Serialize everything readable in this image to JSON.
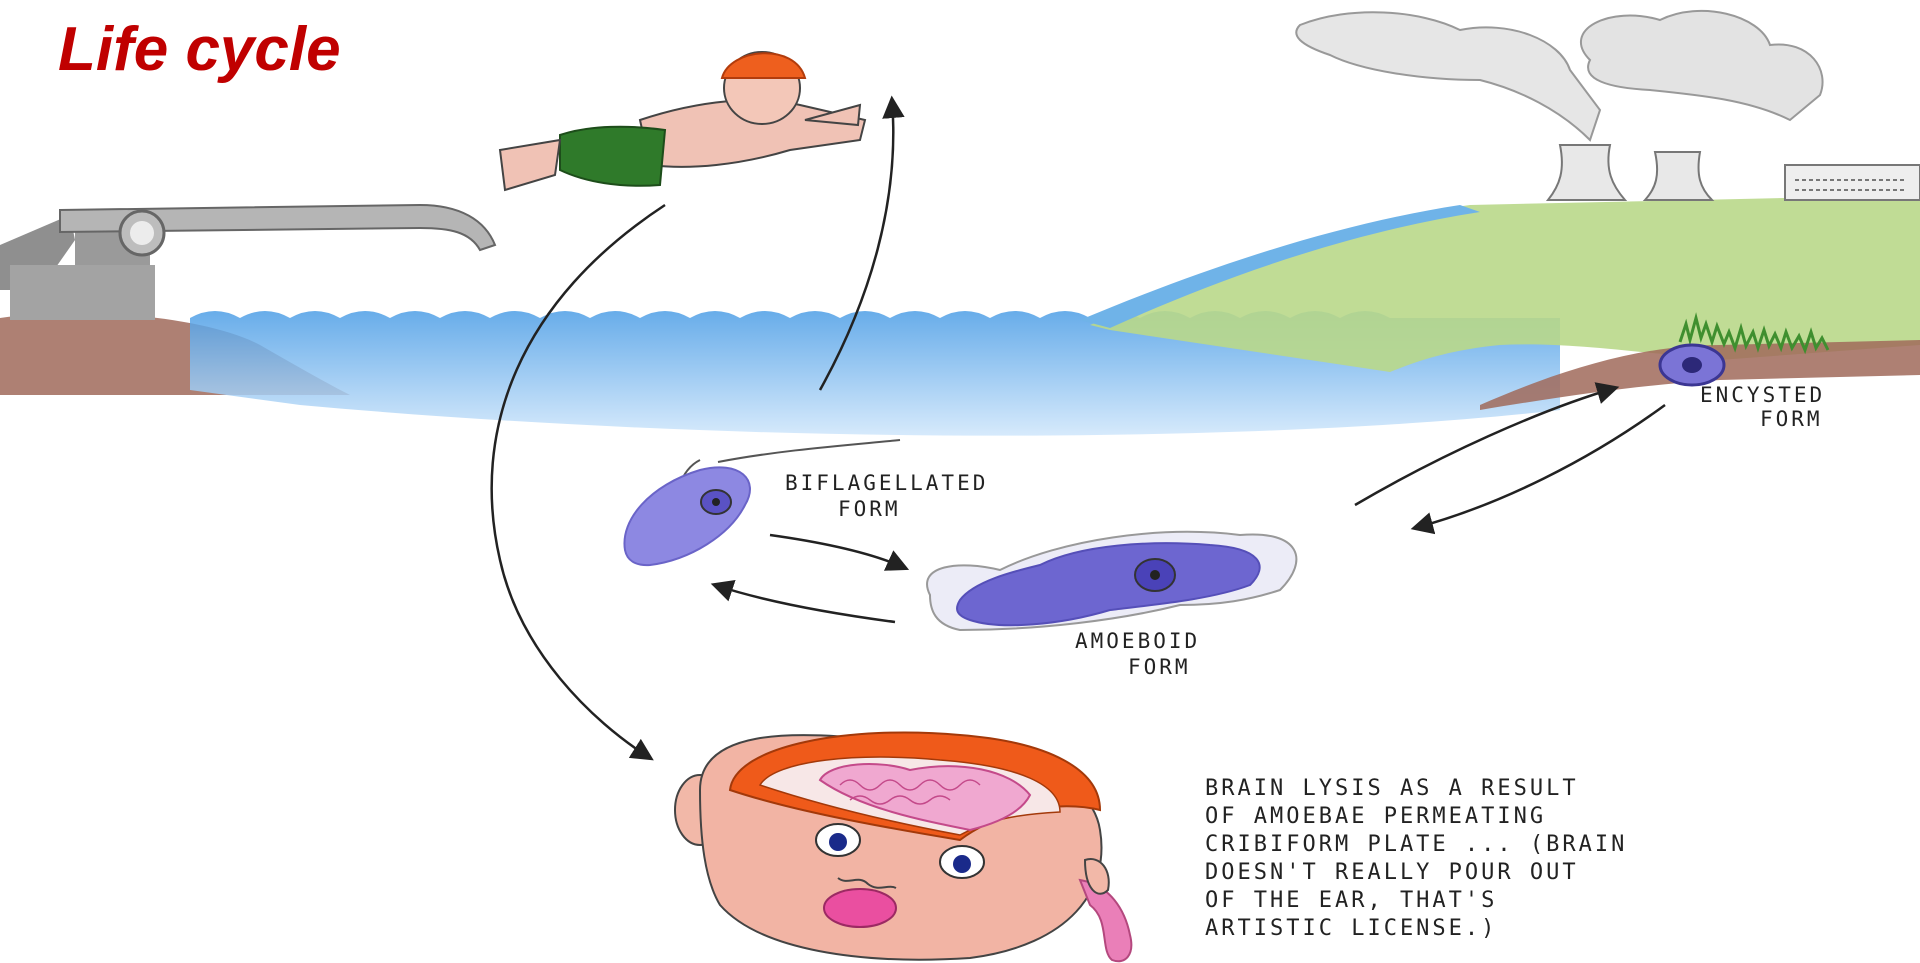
{
  "title": "Life cycle",
  "labels": {
    "biflagellated": [
      "BIFLAGELLATED",
      "FORM"
    ],
    "amoeboid": [
      "AMOEBOID",
      "FORM"
    ],
    "encysted": [
      "ENCYSTED",
      "FORM"
    ],
    "note": [
      "BRAIN LYSIS AS A RESULT",
      "OF AMOEBAE PERMEATING",
      "CRIBIFORM PLATE ... (BRAIN",
      "DOESN'T REALLY POUR OUT",
      "OF THE EAR, THAT'S",
      "ARTISTIC LICENSE.)"
    ]
  },
  "colors": {
    "title": "#c00000",
    "water": "#5aa6e6",
    "grass": "#b9d88a",
    "cell": "#7b74d6",
    "arrow": "#222222"
  }
}
